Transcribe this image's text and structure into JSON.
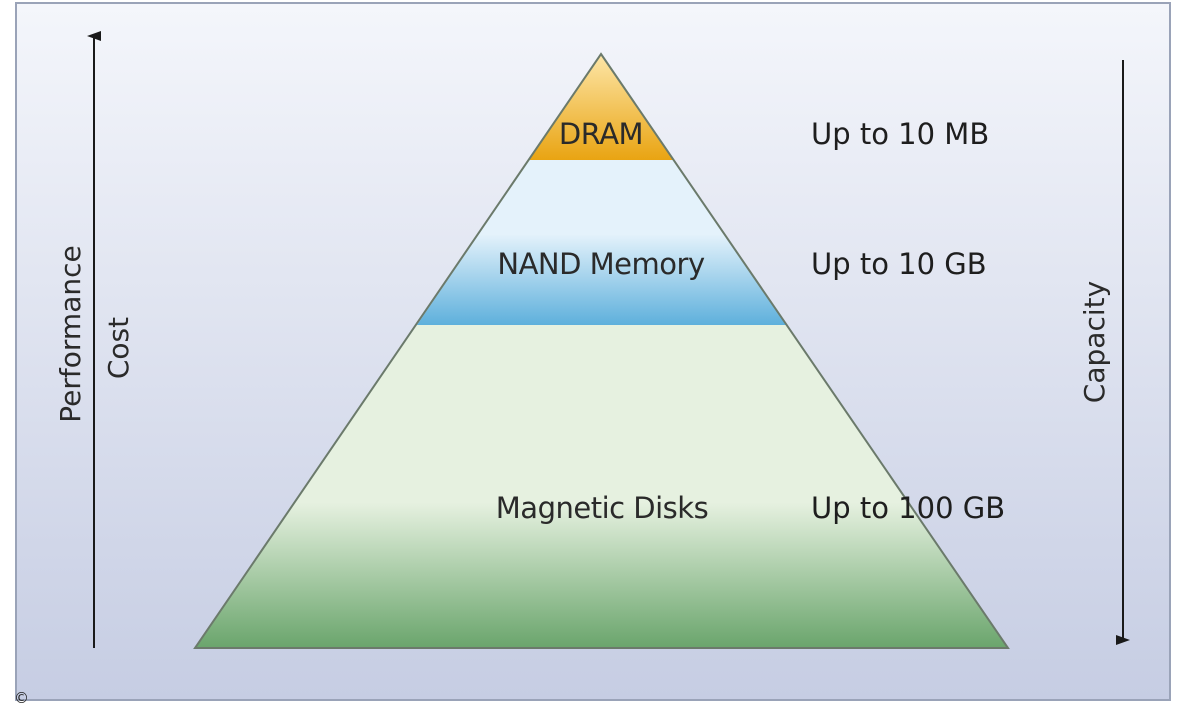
{
  "diagram": {
    "tiers": [
      {
        "id": "dram",
        "label": "DRAM",
        "capacity": "Up to 10 MB"
      },
      {
        "id": "nand",
        "label": "NAND Memory",
        "capacity": "Up to 10 GB"
      },
      {
        "id": "disk",
        "label": "Magnetic Disks",
        "capacity": "Up to 100 GB"
      }
    ],
    "left_axis": {
      "label_primary": "Performance",
      "label_secondary": "Cost",
      "direction": "up"
    },
    "right_axis": {
      "label": "Capacity",
      "direction": "down"
    },
    "copyright": "©"
  },
  "colors": {
    "frame_border": "#9aa3b8",
    "background_top": "#f4f6fb",
    "background_bottom": "#c6cde3",
    "dram_top": "#fde6a8",
    "dram_bottom": "#e9a412",
    "nand_top": "#e4f2fb",
    "nand_bottom": "#5eb0dc",
    "disk_top": "#e6f1e0",
    "disk_bottom": "#6aa56c",
    "pyramid_edge": "#6b7a6b"
  }
}
